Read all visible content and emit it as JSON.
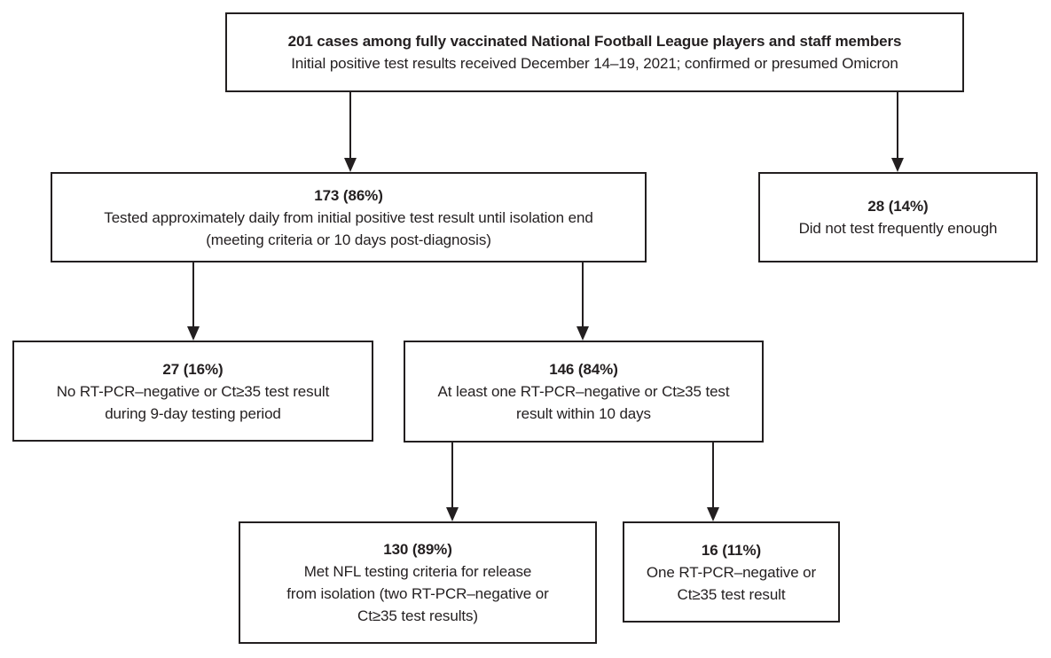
{
  "figure": {
    "background_color": "#ffffff",
    "border_color": "#231f20",
    "text_color": "#231f20",
    "type": "flowchart"
  },
  "nodes": {
    "root": {
      "heading": "201 cases among fully vaccinated National Football League players and staff members",
      "lines": [
        "Initial positive test results received December 14–19, 2021; confirmed or presumed Omicron"
      ]
    },
    "tested_daily": {
      "heading": "173 (86%)",
      "lines": [
        "Tested approximately daily from initial positive test result until isolation end",
        "(meeting criteria or 10 days post-diagnosis)"
      ]
    },
    "not_frequent": {
      "heading": "28 (14%)",
      "lines": [
        "Did not test frequently enough"
      ]
    },
    "no_negative": {
      "heading": "27 (16%)",
      "lines": [
        "No RT-PCR–negative or Ct≥35 test result",
        "during 9-day testing period"
      ]
    },
    "at_least_one": {
      "heading": "146 (84%)",
      "lines": [
        "At least one RT-PCR–negative or Ct≥35 test",
        "result within 10 days"
      ]
    },
    "met_criteria": {
      "heading": "130 (89%)",
      "lines": [
        "Met NFL testing criteria for release",
        "from isolation (two RT-PCR–negative or",
        "Ct≥35 test results)"
      ]
    },
    "one_negative": {
      "heading": "16 (11%)",
      "lines": [
        "One RT-PCR–negative or",
        "Ct≥35 test result"
      ]
    }
  },
  "edges": [
    {
      "from": "root",
      "to": "tested_daily"
    },
    {
      "from": "root",
      "to": "not_frequent"
    },
    {
      "from": "tested_daily",
      "to": "no_negative"
    },
    {
      "from": "tested_daily",
      "to": "at_least_one"
    },
    {
      "from": "at_least_one",
      "to": "met_criteria"
    },
    {
      "from": "at_least_one",
      "to": "one_negative"
    }
  ]
}
